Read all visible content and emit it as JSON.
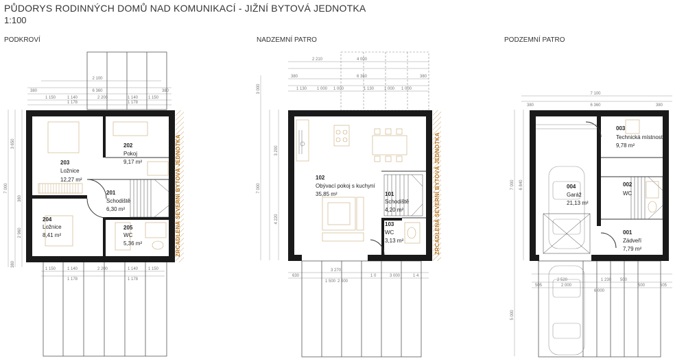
{
  "header": {
    "title": "PŮDORYS RODINNÝCH DOMŮ NAD KOMUNIKACÍ - JIŽNÍ BYTOVÁ JEDNOTKA",
    "scale": "1:100"
  },
  "sections": {
    "attic": "PODKROVÍ",
    "ground": "NADZEMNÍ PATRO",
    "basement": "PODZEMNÍ PATRO"
  },
  "side_label": "ZRCADLENÁ SEVERNÍ BYTOVÁ JEDNOTKA",
  "rooms": {
    "r203": {
      "num": "203",
      "name": "Ložnice",
      "area": "12,27 m²"
    },
    "r202": {
      "num": "202",
      "name": "Pokoj",
      "area": "9,17 m²"
    },
    "r201": {
      "num": "201",
      "name": "Schodiště",
      "area": "6,30 m²"
    },
    "r204": {
      "num": "204",
      "name": "Ložnice",
      "area": "8,41 m²"
    },
    "r205": {
      "num": "205",
      "name": "WC",
      "area": "5,36 m²"
    },
    "r102": {
      "num": "102",
      "name": "Obývací pokoj s kuchyní",
      "area": "35,85 m²"
    },
    "r101": {
      "num": "101",
      "name": "Schodiště",
      "area": "4,20 m²"
    },
    "r103": {
      "num": "103",
      "name": "WC",
      "area": "3,13 m²"
    },
    "r003": {
      "num": "003",
      "name": "Technická místnost",
      "area": "9,78 m²"
    },
    "r004": {
      "num": "004",
      "name": "Garáž",
      "area": "21,13 m²"
    },
    "r002": {
      "num": "002",
      "name": "WC",
      "area": ""
    },
    "r001": {
      "num": "001",
      "name": "Zádveří",
      "area": "7,79 m²"
    }
  },
  "dims": {
    "a_top_total": "2 100",
    "a_top_inner": "6 360",
    "a_top_l": "380",
    "a_top_r": "380",
    "a_row1": [
      "1 150",
      "1 140",
      "2 200",
      "1 140",
      "1 150"
    ],
    "a_row2": [
      "1 178",
      "1 178"
    ],
    "a_bot": [
      "1 150",
      "1 140",
      "2 200",
      "1 140",
      "1 150"
    ],
    "a_bot2": [
      "1 178",
      "1 178"
    ],
    "a_left": [
      "7 000",
      "3 650",
      "380",
      "2 960",
      "380"
    ],
    "g_top": [
      "2 210",
      "4 000",
      "6 360",
      "380",
      "380"
    ],
    "g_row": [
      "1 130",
      "1 000",
      "1 000",
      "1 130",
      "1 000",
      "1 000"
    ],
    "g_left": [
      "3 000",
      "7 000",
      "4 220",
      "3 200"
    ],
    "g_bot": [
      "630",
      "3 270",
      "1 500",
      "2 000",
      "1 0",
      "3 000",
      "1 4"
    ],
    "b_top": [
      "7 100",
      "6 360",
      "380",
      "380"
    ],
    "b_left": [
      "7 000",
      "6 840",
      "5 000"
    ],
    "b_bot": [
      "505",
      "2 520",
      "2 000",
      "1 230",
      "500",
      "6 000",
      "500",
      "505"
    ]
  }
}
